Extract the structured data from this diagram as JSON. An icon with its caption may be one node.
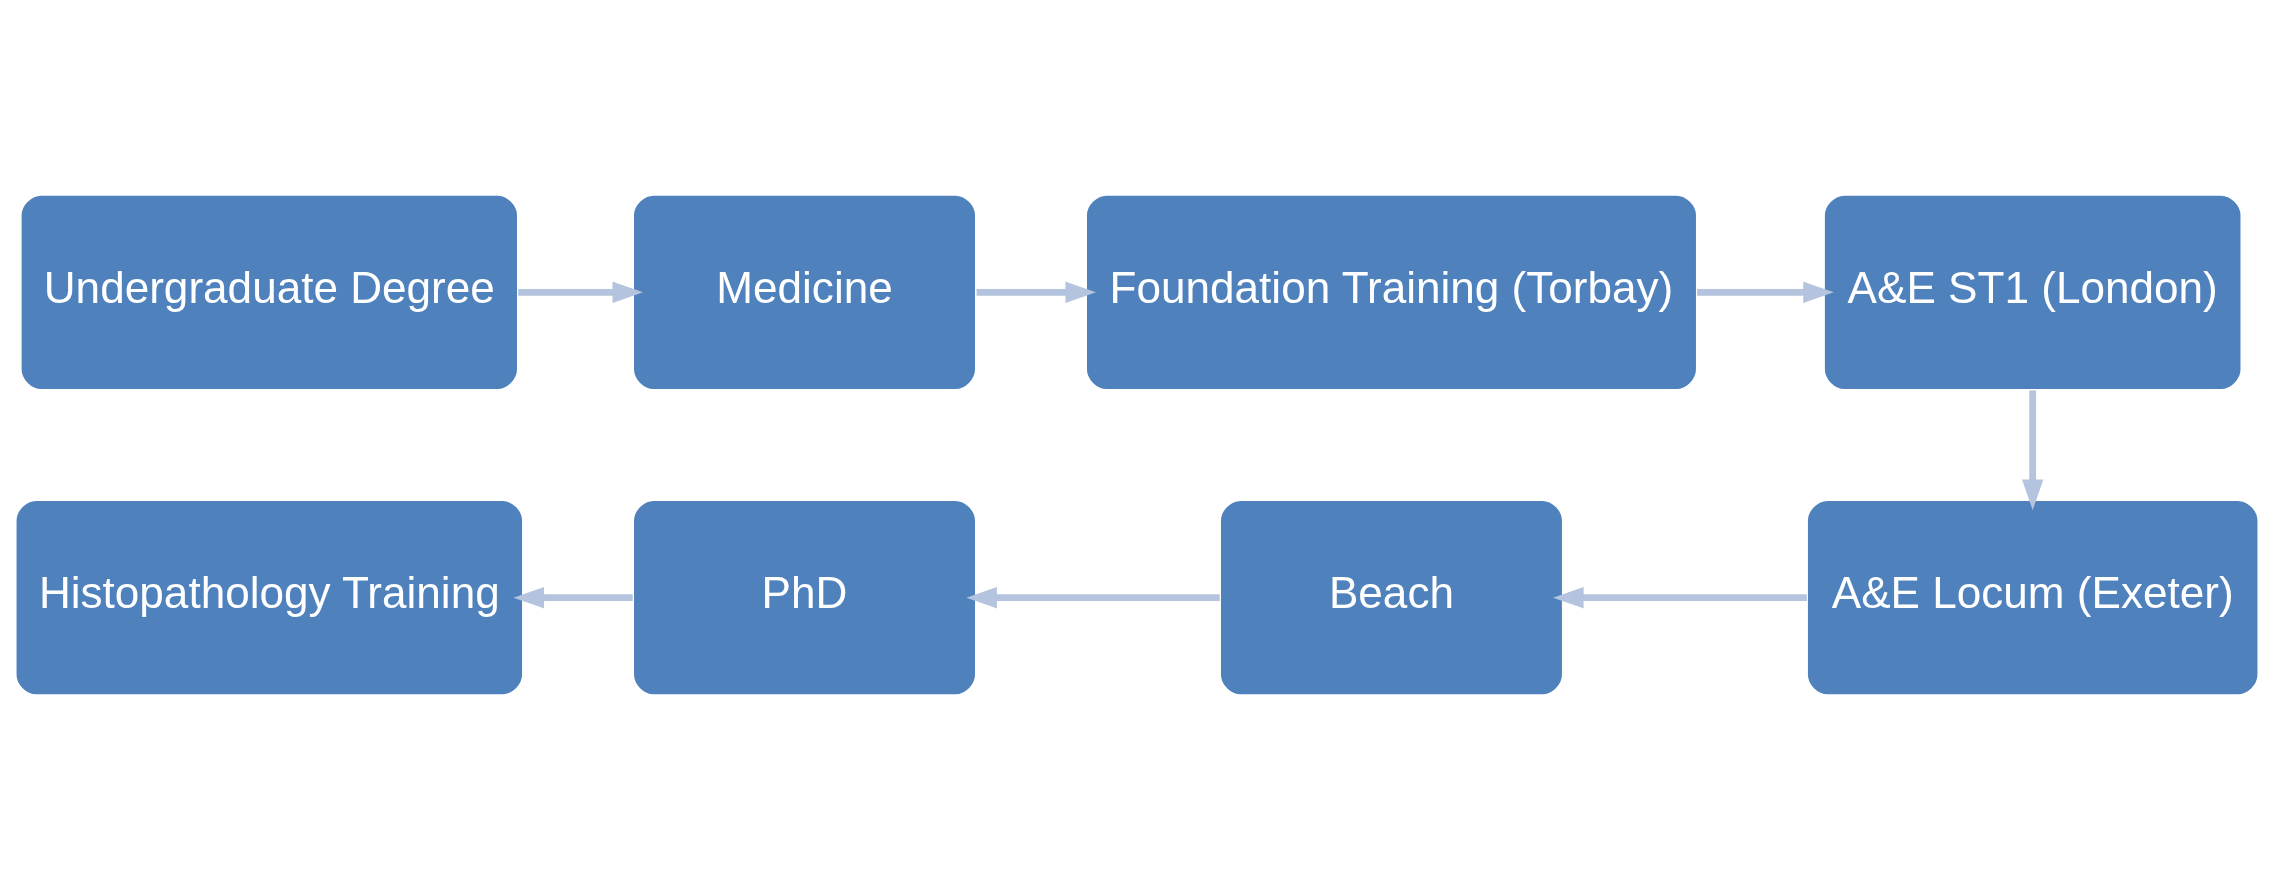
{
  "diagram": {
    "nodes": [
      {
        "text": [
          "Undergraduate Degree"
        ]
      },
      {
        "text": [
          "Medicine"
        ]
      },
      {
        "text": [
          "Foundation Training (Torbay)"
        ]
      },
      {
        "text": [
          "A&E ST1 (London)"
        ]
      },
      {
        "text": [
          "A&E Locum (Exeter)"
        ]
      },
      {
        "text": [
          "Beach"
        ]
      },
      {
        "text": [
          "PhD"
        ]
      },
      {
        "text": [
          "Histopathology Training"
        ]
      }
    ],
    "edges": [
      {
        "from": 0,
        "to": 1,
        "arrow": "to"
      },
      {
        "from": 1,
        "to": 2,
        "arrow": "to"
      },
      {
        "from": 2,
        "to": 3,
        "arrow": "to"
      },
      {
        "from": 3,
        "to": 4,
        "arrow": "to"
      },
      {
        "from": 4,
        "to": 5,
        "arrow": "to"
      },
      {
        "from": 5,
        "to": 6,
        "arrow": "to"
      },
      {
        "from": 6,
        "to": 7,
        "arrow": "to"
      }
    ]
  }
}
